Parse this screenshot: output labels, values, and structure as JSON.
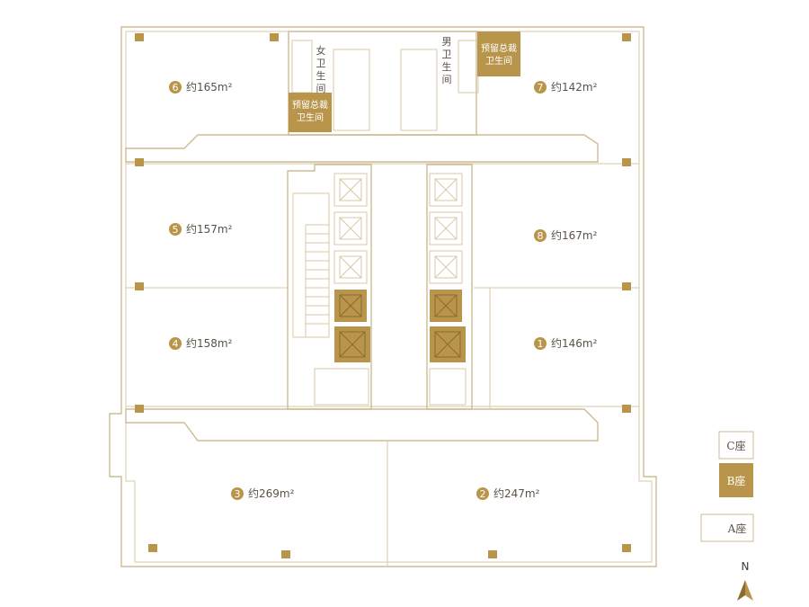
{
  "units": [
    {
      "num": "1",
      "area": "约146m²"
    },
    {
      "num": "2",
      "area": "约247m²"
    },
    {
      "num": "3",
      "area": "约269m²"
    },
    {
      "num": "4",
      "area": "约158m²"
    },
    {
      "num": "5",
      "area": "约157m²"
    },
    {
      "num": "6",
      "area": "约165m²"
    },
    {
      "num": "7",
      "area": "约142m²"
    },
    {
      "num": "8",
      "area": "约167m²"
    }
  ],
  "restrooms": {
    "female": [
      "女",
      "卫",
      "生",
      "间"
    ],
    "male": [
      "男",
      "卫",
      "生",
      "间"
    ]
  },
  "reserved": {
    "line1": "预留总裁",
    "line2": "卫生间"
  },
  "buildings": {
    "c": "C座",
    "b": "B座",
    "a": "A座",
    "current": "B座"
  },
  "compass": "N",
  "colors": {
    "accent": "#b8954a",
    "wall": "#cdbb94",
    "text": "#5a5248"
  },
  "icons": [
    "elevator-icon",
    "stair-icon",
    "column-icon",
    "north-arrow-icon"
  ]
}
